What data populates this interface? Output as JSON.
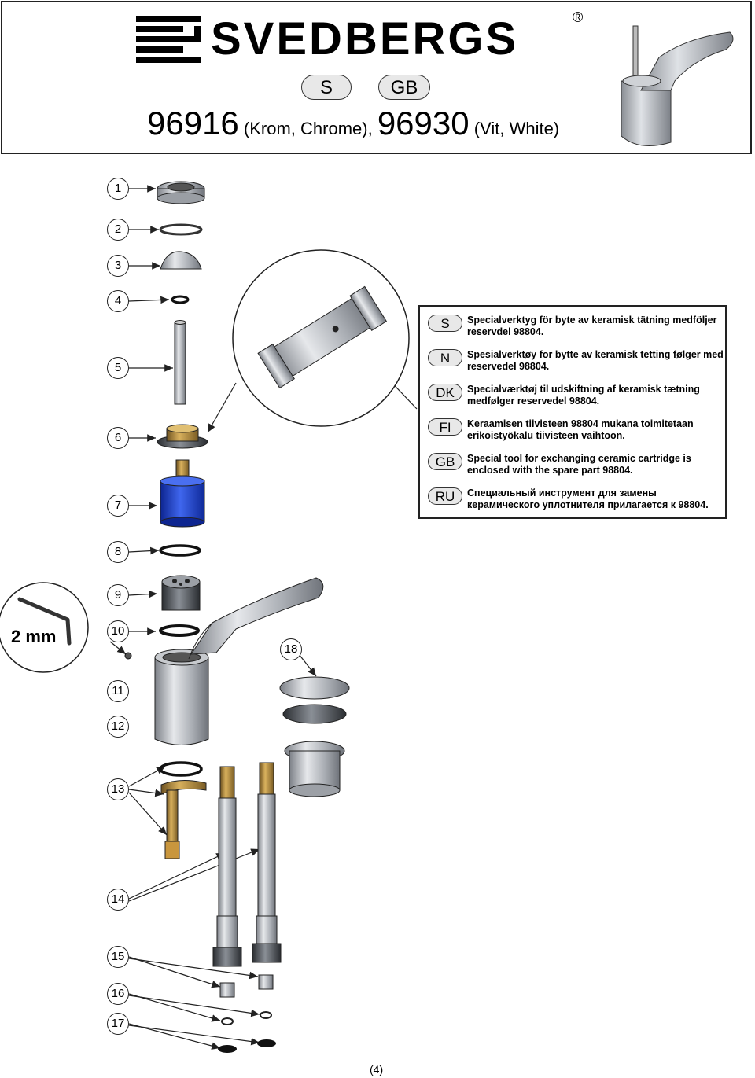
{
  "brand": {
    "name": "SVEDBERGS",
    "registered": "®"
  },
  "languages": [
    "S",
    "GB"
  ],
  "title": {
    "model1": "96916",
    "model1_desc": " (Krom, Chrome), ",
    "model2": "96930",
    "model2_desc": " (Vit, White)"
  },
  "parts": [
    "1",
    "2",
    "3",
    "4",
    "5",
    "6",
    "7",
    "8",
    "9",
    "10",
    "11",
    "12",
    "13",
    "14",
    "15",
    "16",
    "17",
    "18"
  ],
  "tool_size": "2 mm",
  "notes": [
    {
      "code": "S",
      "text": "Specialverktyg för byte av keramisk tätning medföljer reservdel 98804."
    },
    {
      "code": "N",
      "text": "Spesialverktøy for bytte av keramisk tetting følger med reservedel 98804."
    },
    {
      "code": "DK",
      "text": "Specialværktøj til udskiftning af keramisk tætning medfølger reservedel 98804."
    },
    {
      "code": "FI",
      "text": "Keraamisen tiivisteen 98804 mukana toimitetaan erikoistyökalu tiivisteen vaihtoon."
    },
    {
      "code": "GB",
      "text": "Special tool for exchanging ceramic cartridge is enclosed with the spare part 98804."
    },
    {
      "code": "RU",
      "text": "Специальный инструмент для замены керамического уплотнителя прилагается к 98804."
    }
  ],
  "page_number": "(4)",
  "colors": {
    "cartridge_blue": "#1d3fbf",
    "brass": "#b0883a",
    "chrome": "#b8bcc2",
    "outline": "#222222"
  }
}
